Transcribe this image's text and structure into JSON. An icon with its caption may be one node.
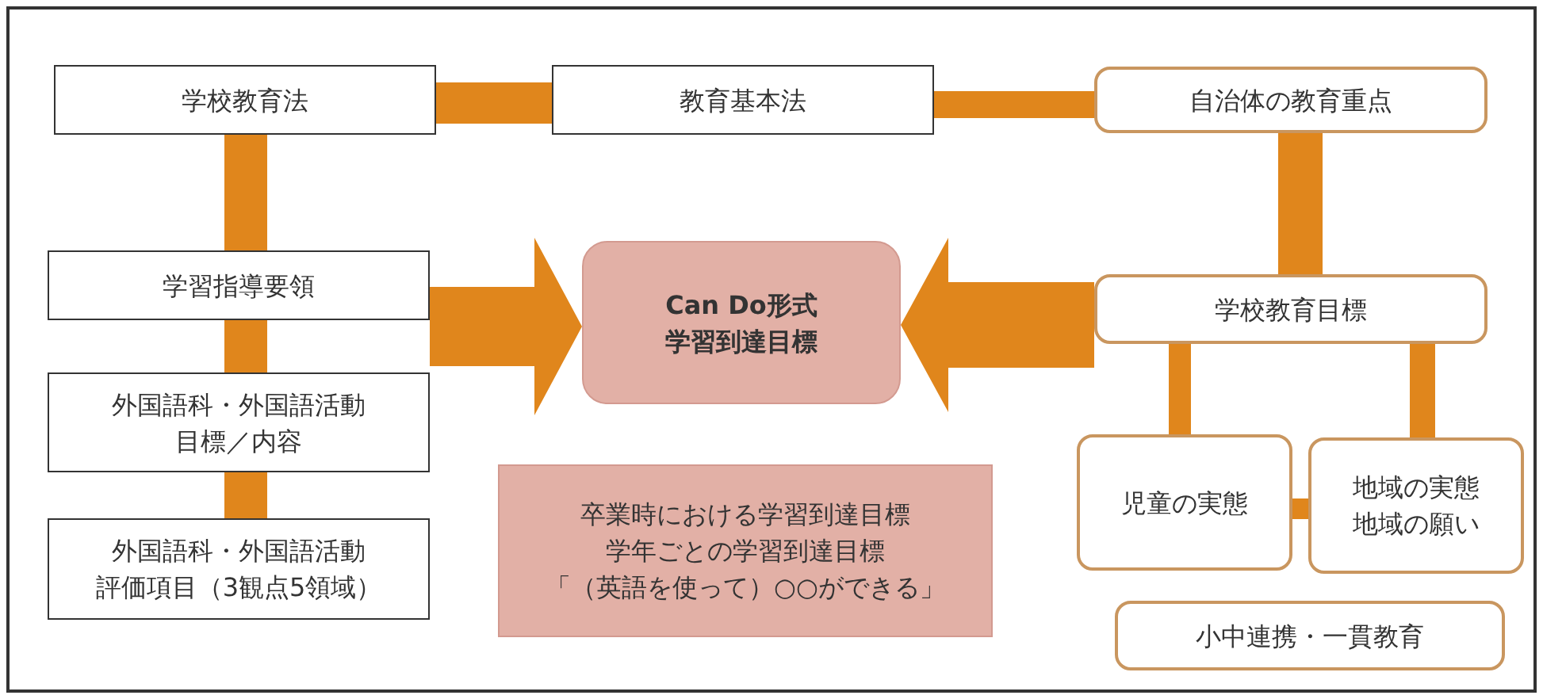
{
  "diagram": {
    "nodes": [
      {
        "text": [
          "学校教育法"
        ]
      },
      {
        "text": [
          "教育基本法"
        ]
      },
      {
        "text": [
          "自治体の教育重点"
        ]
      },
      {
        "text": [
          "学習指導要領"
        ]
      },
      {
        "text": [
          "外国語科・外国語活動",
          "目標／内容"
        ]
      },
      {
        "text": [
          "外国語科・外国語活動",
          "評価項目（3観点5領域）"
        ]
      },
      {
        "text": [
          "Can Do形式",
          "学習到達目標"
        ]
      },
      {
        "text": [
          "卒業時における学習到達目標",
          "学年ごとの学習到達目標",
          "「（英語を使って）○○ができる」"
        ]
      },
      {
        "text": [
          "学校教育目標"
        ]
      },
      {
        "text": [
          "児童の実態"
        ]
      },
      {
        "text": [
          "地域の実態",
          "地域の願い"
        ]
      },
      {
        "text": [
          "小中連携・一貫教育"
        ]
      }
    ],
    "edges": [
      {
        "from": 0,
        "to": 1,
        "arrow": "none"
      },
      {
        "from": 1,
        "to": 2,
        "arrow": "none"
      },
      {
        "from": 0,
        "to": 3,
        "arrow": "none"
      },
      {
        "from": 3,
        "to": 4,
        "arrow": "none"
      },
      {
        "from": 4,
        "to": 5,
        "arrow": "none"
      },
      {
        "from": 2,
        "to": 8,
        "arrow": "none"
      },
      {
        "from": 8,
        "to": 9,
        "arrow": "none"
      },
      {
        "from": 8,
        "to": 10,
        "arrow": "none"
      },
      {
        "from": 9,
        "to": 10,
        "arrow": "none"
      },
      {
        "from": 3,
        "to": 6,
        "arrow": "to"
      },
      {
        "from": 8,
        "to": 6,
        "arrow": "to"
      }
    ]
  }
}
